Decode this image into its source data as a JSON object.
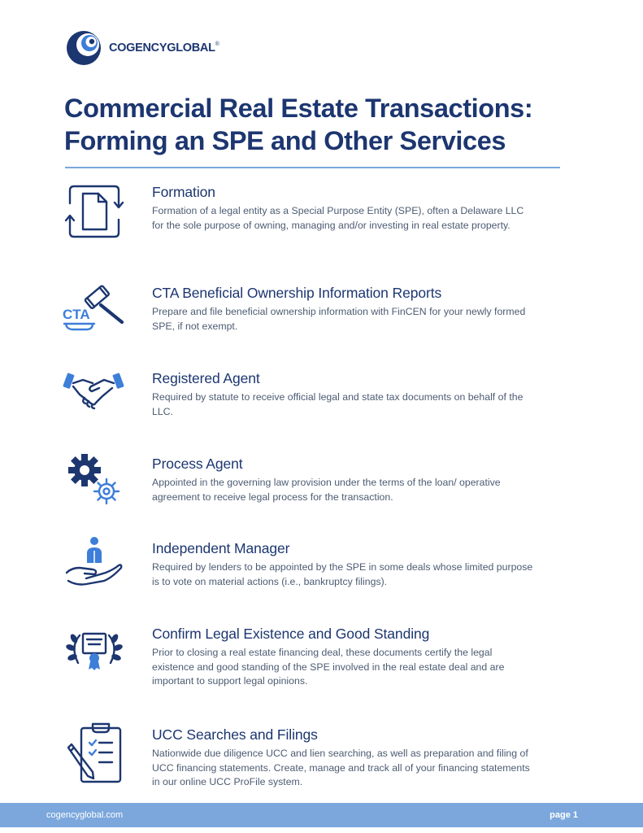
{
  "brand": {
    "name": "COGENCYGLOBAL",
    "registered_mark": "®",
    "colors": {
      "navy": "#1c3670",
      "accent_blue": "#3d7ed9",
      "light_blue": "#7ba7dc",
      "body_text": "#4c5b72"
    }
  },
  "title": {
    "line1": "Commercial Real Estate Transactions:",
    "line2": "Forming an SPE and Other Services"
  },
  "services": [
    {
      "icon": "document-cycle-icon",
      "heading": "Formation",
      "description": "Formation of a legal entity as a Special Purpose Entity (SPE), often a Delaware LLC for the sole purpose of  owning, managing and/or investing in real estate property."
    },
    {
      "icon": "gavel-icon",
      "icon_label": "CTA",
      "heading": "CTA Beneficial Ownership Information Reports",
      "description": "Prepare and file beneficial ownership information with FinCEN for your newly formed SPE, if not exempt."
    },
    {
      "icon": "handshake-icon",
      "heading": "Registered Agent",
      "description": "Required by statute to receive official legal and state tax documents on behalf of the LLC."
    },
    {
      "icon": "gears-icon",
      "heading": "Process Agent",
      "description": "Appointed in the governing law provision under the terms of the loan/ operative agreement to receive legal process for the transaction."
    },
    {
      "icon": "person-in-hand-icon",
      "heading": "Independent Manager",
      "description": "Required by lenders to be appointed by the SPE in some deals whose limited purpose is to vote on material actions (i.e., bankruptcy filings)."
    },
    {
      "icon": "certificate-laurel-icon",
      "heading": "Confirm Legal Existence and Good Standing",
      "description": "Prior to closing a real estate financing deal, these documents certify the legal existence and good standing of the SPE involved in the real estate deal and are important to support legal opinions."
    },
    {
      "icon": "clipboard-checklist-icon",
      "heading": "UCC Searches and Filings",
      "description": "Nationwide due diligence UCC and lien searching, as well as preparation and filing of UCC financing statements. Create, manage and track all of your financing statements in our online UCC ProFile system."
    }
  ],
  "footer": {
    "website": "cogencyglobal.com",
    "page_label": "page 1"
  }
}
